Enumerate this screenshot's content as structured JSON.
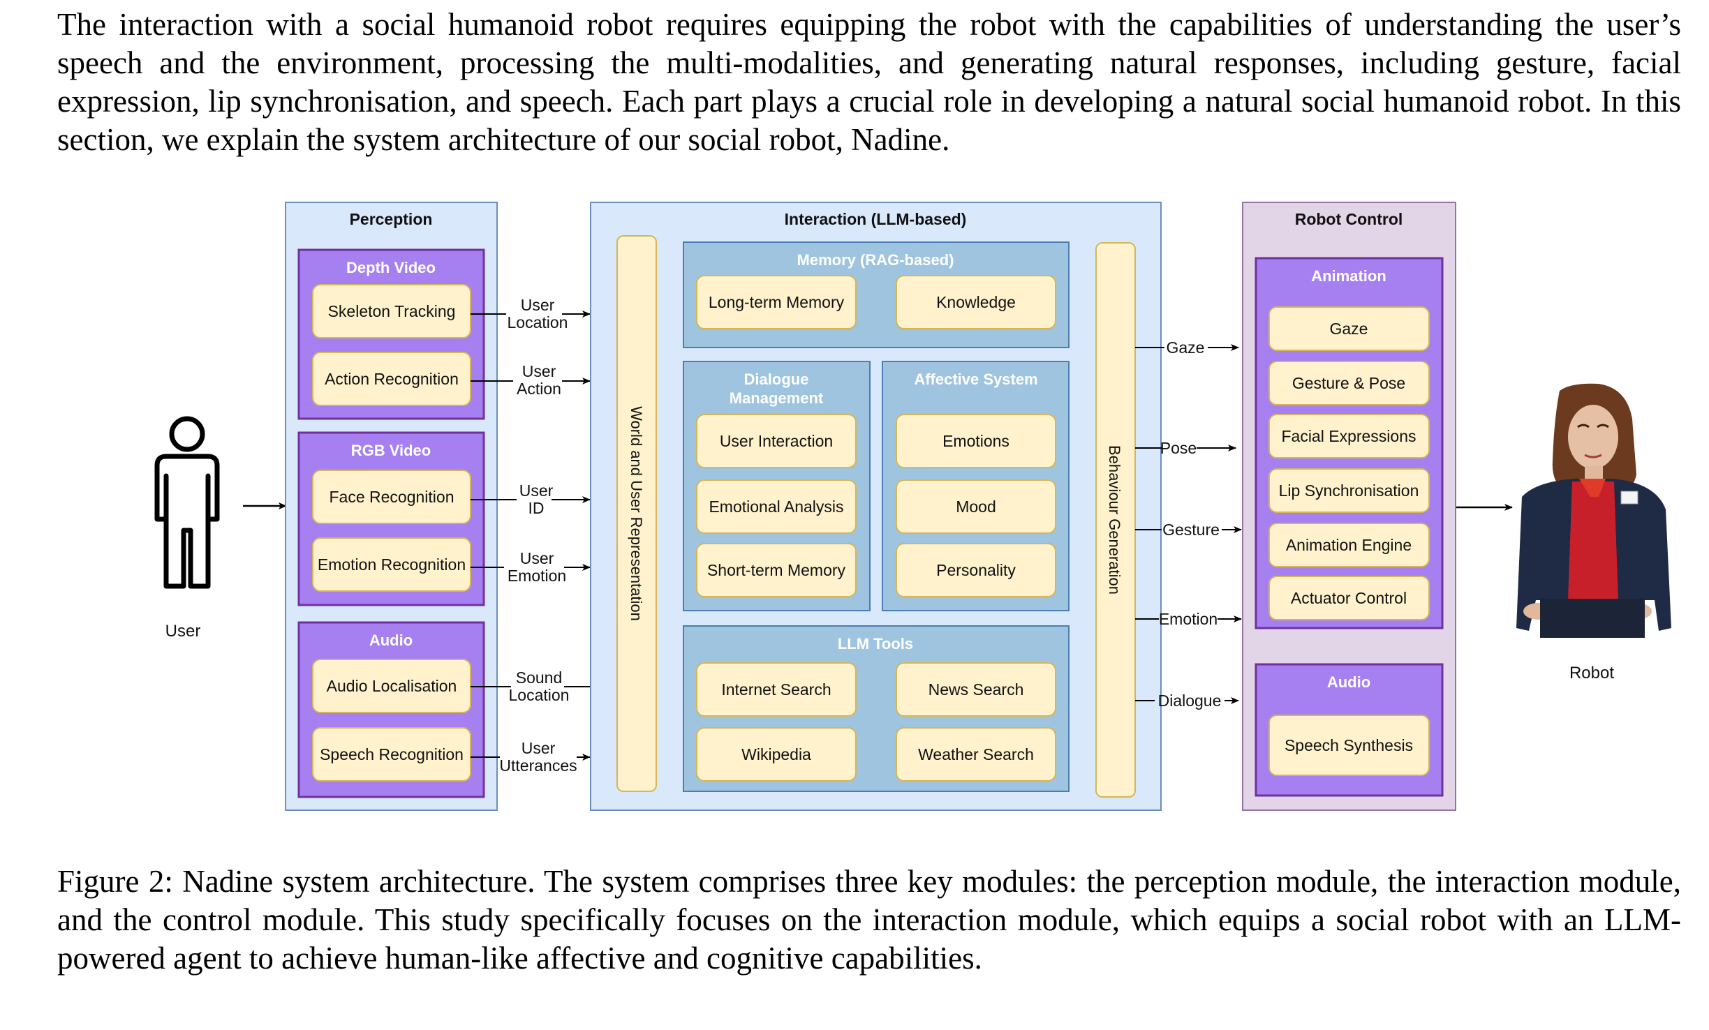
{
  "paragraph": "The interaction with a social humanoid robot requires equipping the robot with the capabilities of understanding the user’s speech and the environment, processing the multi-modalities, and generating natural responses, including gesture, facial expression, lip synchronisation, and speech. Each part plays a crucial role in developing a natural social humanoid robot. In this section, we explain the system architecture of our social robot, Nadine.",
  "caption": "Figure 2: Nadine system architecture. The system comprises three key modules: the perception module, the interaction module, and the control module. This study specifically focuses on the interaction module, which equips a social robot with an LLM-powered agent to achieve human-like affective and cognitive capabilities.",
  "diagram": {
    "user_label": "User",
    "robot_label": "Robot",
    "perception": {
      "title": "Perception",
      "depth_video": {
        "title": "Depth Video",
        "items": [
          "Skeleton Tracking",
          "Action Recognition"
        ]
      },
      "rgb_video": {
        "title": "RGB Video",
        "items": [
          "Face Recognition",
          "Emotion Recognition"
        ]
      },
      "audio": {
        "title": "Audio",
        "items": [
          "Audio Localisation",
          "Speech Recognition"
        ]
      }
    },
    "perception_outputs": [
      [
        "User",
        "Location"
      ],
      [
        "User",
        "Action"
      ],
      [
        "User",
        "ID"
      ],
      [
        "User",
        "Emotion"
      ],
      [
        "Sound",
        "Location"
      ],
      [
        "User",
        "Utterances"
      ]
    ],
    "interaction": {
      "title": "Interaction (LLM-based)",
      "world_repr": "World and User Representation",
      "behaviour_gen": "Behaviour Generation",
      "memory": {
        "title": "Memory (RAG-based)",
        "items": [
          "Long-term Memory",
          "Knowledge"
        ]
      },
      "dialogue": {
        "title_line1": "Dialogue",
        "title_line2": "Management",
        "items": [
          "User Interaction",
          "Emotional Analysis",
          "Short-term Memory"
        ]
      },
      "affective": {
        "title": "Affective System",
        "items": [
          "Emotions",
          "Mood",
          "Personality"
        ]
      },
      "llm_tools": {
        "title": "LLM Tools",
        "items": [
          "Internet Search",
          "News Search",
          "Wikipedia",
          "Weather Search"
        ]
      }
    },
    "behaviour_outputs": [
      "Gaze",
      "Pose",
      "Gesture",
      "Emotion",
      "Dialogue"
    ],
    "robot_control": {
      "title": "Robot Control",
      "animation": {
        "title": "Animation",
        "items": [
          "Gaze",
          "Gesture & Pose",
          "Facial Expressions",
          "Lip Synchronisation",
          "Animation Engine",
          "Actuator Control"
        ]
      },
      "audio": {
        "title": "Audio",
        "items": [
          "Speech Synthesis"
        ]
      }
    },
    "colors": {
      "module_blue_fill": "#dae8fc",
      "module_blue_stroke": "#6c8ebf",
      "group_purple_fill": "#a680f0",
      "group_purple_stroke": "#7030a0",
      "item_fill": "#fff2cc",
      "item_stroke": "#d6b656",
      "inner_blue_fill": "#9ec4e0",
      "inner_blue_stroke": "#4a7eb3",
      "control_fill": "#e1d5e7",
      "control_stroke": "#9673a6"
    }
  }
}
